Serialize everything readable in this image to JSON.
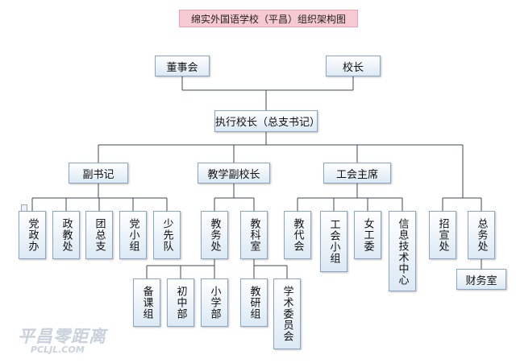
{
  "title": "绵实外国语学校（平昌）组织架构图",
  "nodes": {
    "board": "董事会",
    "principal": "校长",
    "exec_principal": "执行校长（总支书记）",
    "deputy_secretary": "副书记",
    "teaching_vp": "教学副校长",
    "union_chair": "工会主席",
    "party_office": "党政办",
    "political_edu": "政教处",
    "youth_league": "团总支",
    "party_group": "党小组",
    "young_pioneers": "少先队",
    "academic_affairs": "教务处",
    "teaching_research_office": "教科室",
    "staff_congress": "教代会",
    "union_group": "工会小组",
    "women_committee": "女工委",
    "it_center": "信息技术中心",
    "admissions": "招宣处",
    "general_affairs": "总务处",
    "finance": "财务室",
    "lesson_prep": "备课组",
    "junior_high": "初中部",
    "primary": "小学部",
    "research_group": "教研组",
    "academic_committee": "学术委员会"
  },
  "watermark": {
    "text": "平昌零距离",
    "sub": "PCLJL.COM"
  }
}
